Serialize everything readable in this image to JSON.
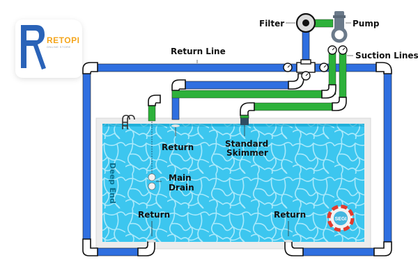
{
  "logo": {
    "brand": "RETOPI",
    "tagline": "ONLINE STORE",
    "brand_color": "#f4a51c",
    "mark_color": "#2a63b8"
  },
  "labels": {
    "filter": "Filter",
    "pump": "Pump",
    "suction_lines": "Suction Lines",
    "return_line": "Return Line",
    "return_top": "Return",
    "standard_skimmer_1": "Standard",
    "standard_skimmer_2": "Skimmer",
    "main_drain_1": "Main",
    "main_drain_2": "Drain",
    "deep_end": "Deep End",
    "return_bottom_left": "Return",
    "return_bottom_right": "Return"
  },
  "badge": {
    "text": "SEGI",
    "icon": "life-ring-icon"
  },
  "colors": {
    "return_pipe": "#2f6fe0",
    "suction_pipe": "#2db13a",
    "water": "#3cc6ef",
    "water_caustics": "#a9e9fb",
    "pool_frame": "#ededed",
    "pump": "#6b7a8a",
    "filter": "#d9d9d9"
  }
}
